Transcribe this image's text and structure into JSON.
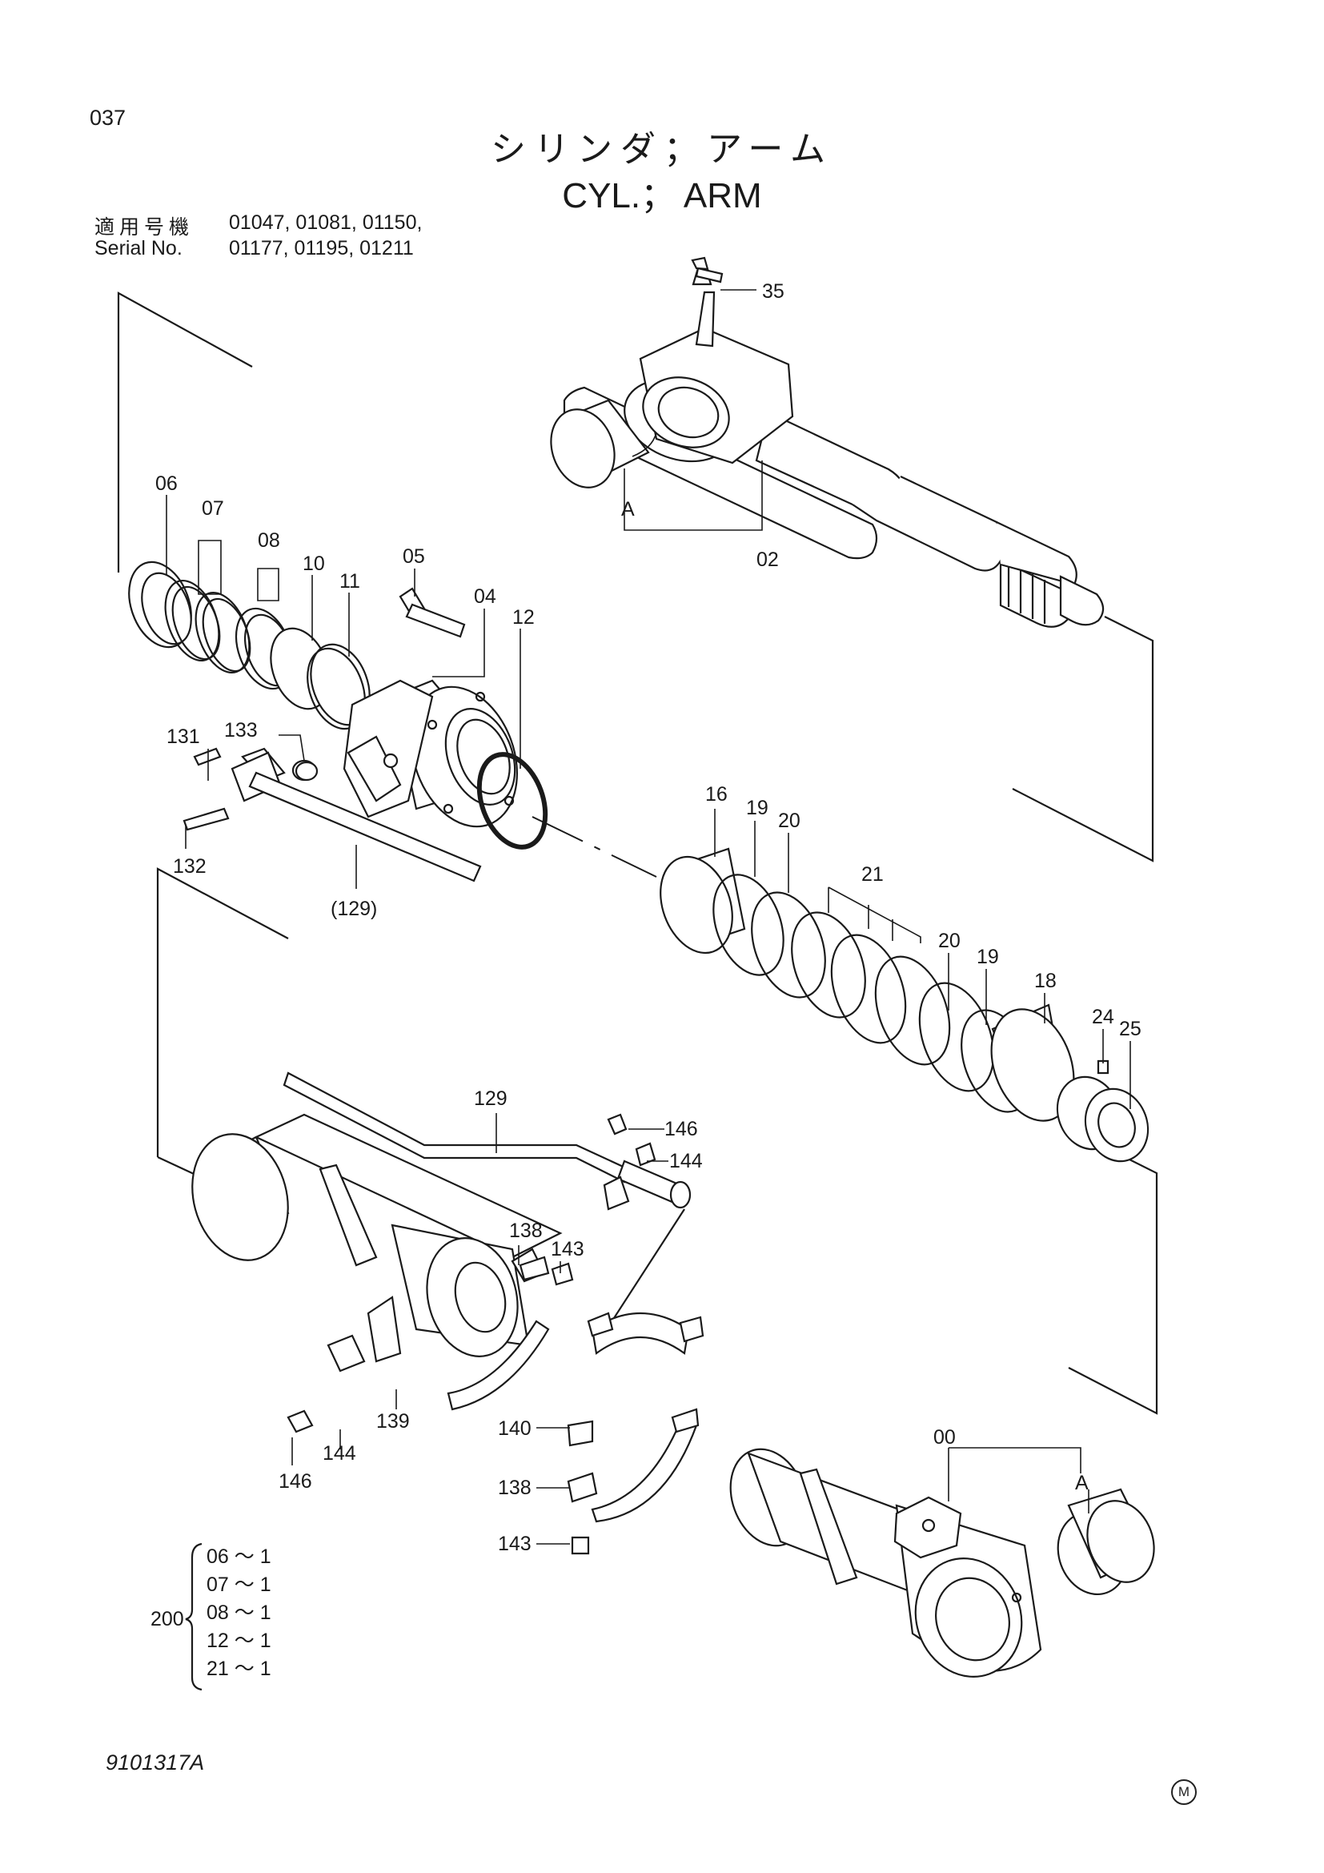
{
  "page_number": "037",
  "title_japanese": "シリンダ；アーム",
  "title_english": "CYL.； ARM",
  "serial": {
    "label_japanese": "適用号機",
    "label_english": "Serial No.",
    "line1": "01047, 01081, 01150,",
    "line2": "01177, 01195, 01211"
  },
  "labels": {
    "p35": "35",
    "p02": "02",
    "pA1": "A",
    "p06": "06",
    "p07": "07",
    "p08": "08",
    "p10": "10",
    "p11": "11",
    "p05": "05",
    "p04": "04",
    "p12": "12",
    "p131": "131",
    "p133": "133",
    "p132": "132",
    "p129a": "(129)",
    "p16": "16",
    "p19a": "19",
    "p20a": "20",
    "p21": "21",
    "p20b": "20",
    "p19b": "19",
    "p18": "18",
    "p24": "24",
    "p25": "25",
    "p129b": "129",
    "p146a": "146",
    "p144a": "144",
    "p138a": "138",
    "p143a": "143",
    "p139": "139",
    "p144b": "144",
    "p146b": "146",
    "p140": "140",
    "p138b": "138",
    "p143b": "143",
    "p00": "00",
    "pA2": "A"
  },
  "kit": {
    "number": "200",
    "items": [
      "06 ～ 1",
      "07 ～ 1",
      "08 ～ 1",
      "12 ～ 1",
      "21 ～ 1"
    ]
  },
  "document_code": "9101317A",
  "corner_mark": "M"
}
